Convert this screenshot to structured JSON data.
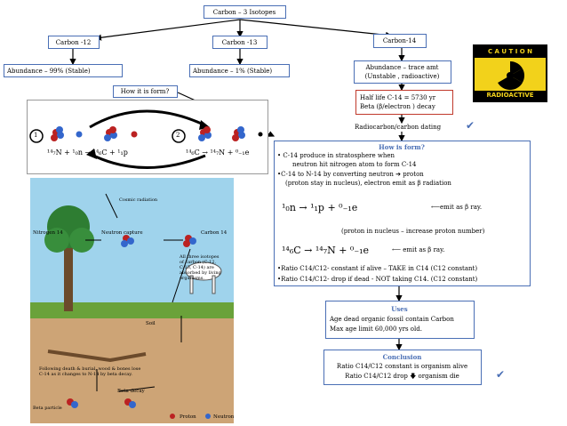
{
  "top": {
    "title": "Carbon – 3 Isotopes"
  },
  "isotopes": [
    {
      "name": "Carbon -12",
      "abundance": "Abundance – 99% (Stable)"
    },
    {
      "name": "Carbon -13",
      "abundance": "Abundance – 1% (Stable)"
    },
    {
      "name": "Carbon-14",
      "abundance_l1": "Abundance – trace amt",
      "abundance_l2": "(Unstable , radioactive)"
    }
  ],
  "caution": {
    "title": "C A U T I O N",
    "sub": "RADIOACTIVE"
  },
  "halflife": {
    "l1": "Half life C-14 = 5730 yr",
    "l2": "Beta (β/electron ) decay"
  },
  "radiocarbon": "Radiocarbon/carbon dating",
  "how_formed_question": "How it is form?",
  "reaction": {
    "n1": "1",
    "n2": "2",
    "eq1": "¹⁴₇N + ¹₀n → ¹⁴₆C + ¹₁p",
    "eq2": "¹⁴₆C → ¹⁴₇N + ⁰₋₁e"
  },
  "formation": {
    "title": "How is form?",
    "l1": "• C-14 produce in stratosphere when",
    "l2": "neutron hit nitrogen atom to form C-14",
    "l3": "•C-14 to N-14 by converting neutron ➔ proton",
    "l4": "(proton stay in nucleus), electron emit as β radiation",
    "eq1": "¹₀n → ¹₁p + ⁰₋₁e",
    "eq1_note": "⟵emit as β ray.",
    "note2": "(proton in nucleus – increase proton number)",
    "eq2": "¹⁴₆C → ¹⁴₇N + ⁰₋₁e",
    "eq2_note": "⟵ emit as β ray.",
    "l5": "•Ratio C14/C12- constant if alive – TAKE in C14 (C12 constant)",
    "l6": "•Ratio C14/C12- drop if dead - NOT taking C14. (C12 constant)"
  },
  "cycle": {
    "cosmic": "Cosmic radiation",
    "nitrogen": "Nitrogen 14",
    "neutron_capture": "Neutron capture",
    "carbon": "Carbon 14",
    "absorbed_l1": "All three isotopes",
    "absorbed_l2": "of carbon (C-12,",
    "absorbed_l3": "C-13, C-14) are",
    "absorbed_l4": "absorbed by living",
    "absorbed_l5": "organisms.",
    "soil": "Soil",
    "death_l1": "Following death & burial, wood & bones lose",
    "death_l2": "C-14 as it changes to N-14 by beta decay.",
    "beta_decay": "Beta decay",
    "beta_particle": "Beta particle",
    "proton": "Proton",
    "neutron": "Neutron"
  },
  "uses": {
    "title": "Uses",
    "l1": "Age dead organic fossil contain Carbon",
    "l2": "Max age limit 60,000 yrs old."
  },
  "conclusion": {
    "title": "Conclusion",
    "l1": "Ratio C14/C12 constant is organism alive",
    "l2": "Ratio C14/C12 drop 🡇 organism die"
  },
  "colors": {
    "box_border": "#4a6fb5",
    "arrow": "#000000",
    "caution_yellow": "#f2d21b",
    "red_border": "#c0392b"
  }
}
